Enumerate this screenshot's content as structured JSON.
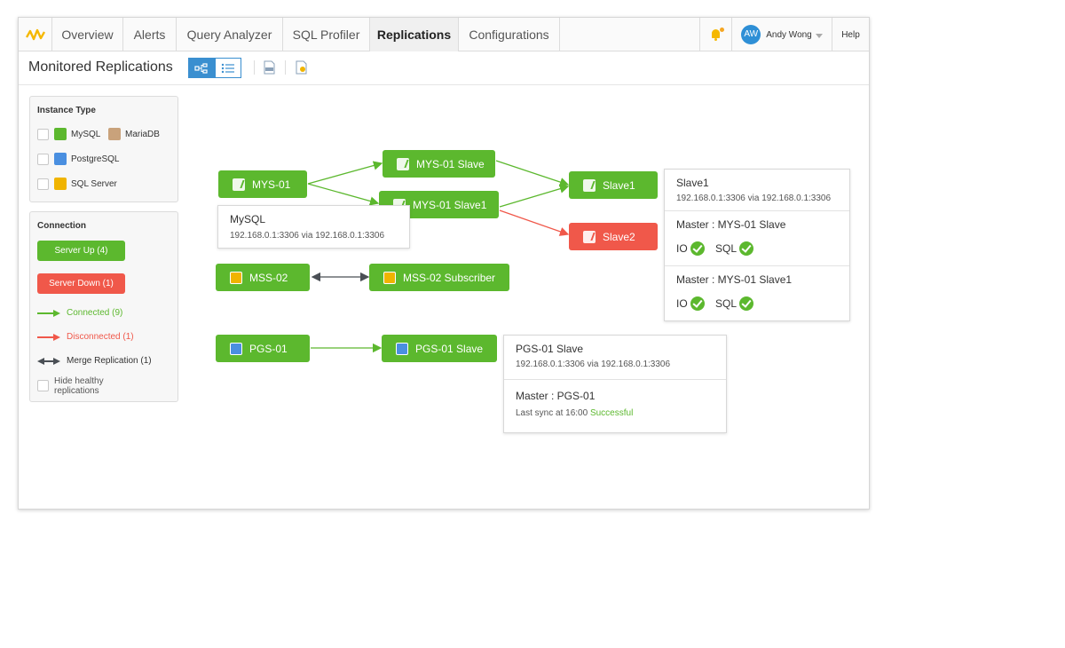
{
  "nav": {
    "tabs": [
      {
        "label": "Overview"
      },
      {
        "label": "Alerts"
      },
      {
        "label": "Query Analyzer"
      },
      {
        "label": "SQL Profiler"
      },
      {
        "label": "Replications"
      },
      {
        "label": "Configurations"
      }
    ],
    "active_tab": "Replications",
    "user": {
      "initials": "AW",
      "name": "Andy Wong"
    },
    "help_label": "Help"
  },
  "toolbar": {
    "title": "Monitored Replications"
  },
  "filters": {
    "instance_type": {
      "title": "Instance Type",
      "options": [
        {
          "label": "MySQL",
          "icon": "mysql-icon"
        },
        {
          "label": "MariaDB",
          "icon": "mariadb-icon"
        },
        {
          "label": "PostgreSQL",
          "icon": "postgresql-icon"
        },
        {
          "label": "SQL Server",
          "icon": "sqlserver-icon"
        }
      ]
    },
    "connection": {
      "title": "Connection",
      "server_up": "Server Up (4)",
      "server_down": "Server Down (1)",
      "connected": "Connected (9)",
      "disconnected": "Disconnected (1)",
      "merge": "Merge Replication (1)",
      "hide_healthy": "Hide healthy replications"
    }
  },
  "colors": {
    "up": "#5cb82e",
    "down": "#f0584a",
    "merge": "#4a4f55",
    "accent": "#3a8fd0"
  },
  "nodes": {
    "mys01": "MYS-01",
    "mys01_slave": "MYS-01 Slave",
    "mys01_slave1": "MYS-01 Slave1",
    "slave1": "Slave1",
    "slave2": "Slave2",
    "mss02": "MSS-02",
    "mss02_sub": "MSS-02 Subscriber",
    "pgs01": "PGS-01",
    "pgs01_slave": "PGS-01 Slave"
  },
  "cards": {
    "mysql": {
      "title": "MySQL",
      "address": "192.168.0.1:3306 via 192.168.0.1:3306"
    },
    "slave1": {
      "title": "Slave1",
      "address": "192.168.0.1:3306 via 192.168.0.1:3306",
      "master1": "Master : MYS-01 Slave",
      "master2": "Master : MYS-01 Slave1",
      "io": "IO",
      "sql": "SQL"
    },
    "pgs": {
      "title": "PGS-01 Slave",
      "address": "192.168.0.1:3306 via 192.168.0.1:3306",
      "master": "Master : PGS-01",
      "sync": "Last sync at 16:00",
      "status": "Successful"
    }
  }
}
